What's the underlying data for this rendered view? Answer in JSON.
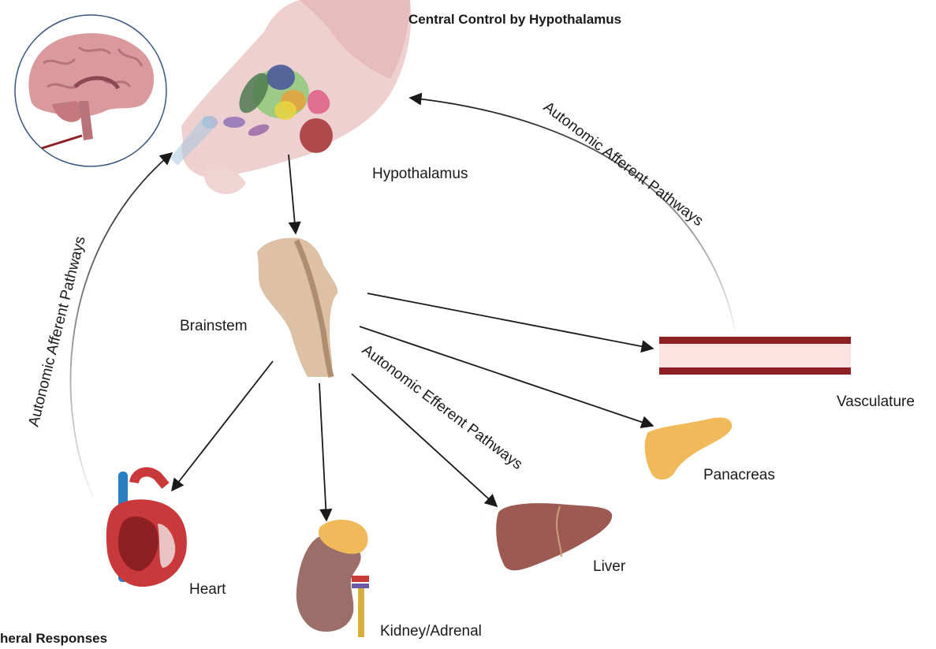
{
  "title_top": "Central Control by Hypothalamus",
  "title_bottom": "heral Responses",
  "labels": {
    "hypothalamus": "Hypothalamus",
    "brainstem": "Brainstem",
    "vasculature": "Vasculature",
    "pancreas": "Panacreas",
    "liver": "Liver",
    "heart": "Heart",
    "kidney": "Kidney/Adrenal"
  },
  "pathways": {
    "afferent_right": "Autonomic Afferent Pathways",
    "afferent_left": "Autonomic Afferent Pathways",
    "efferent": "Autonomic Efferent Pathways"
  },
  "colors": {
    "arrow": "#1a1a1a",
    "tissue_pink": "#ecc8c8",
    "brainstem_tan": "#dcc1a6",
    "organ_brown": "#9c5a52",
    "heart_red": "#c9383a",
    "vessel_dark": "#8e1f22",
    "pancreas_orange": "#f0b95a"
  }
}
